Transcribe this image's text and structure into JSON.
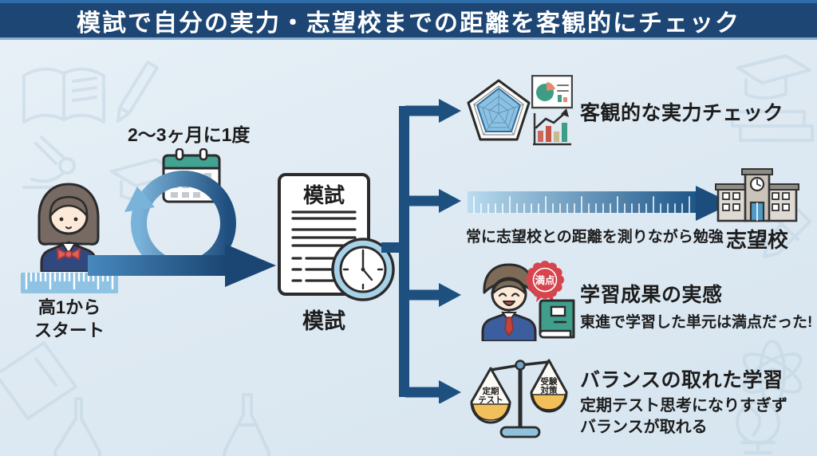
{
  "header": {
    "title": "模試で自分の実力・志望校までの距離を客観的にチェック"
  },
  "flow": {
    "student_start": {
      "line1": "高1から",
      "line2": "スタート"
    },
    "cycle_frequency": "2〜3ヶ月に1度",
    "exam_document": {
      "doc_title": "模試",
      "caption": "模試"
    }
  },
  "outcomes": {
    "ability_check": {
      "heading": "客観的な実力チェック"
    },
    "target_distance": {
      "caption": "常に志望校との距離を測りながら勉強",
      "school_label": "志望校"
    },
    "achievement": {
      "heading": "学習成果の実感",
      "caption": "東進で学習した単元は満点だった!",
      "badge_label": "満点"
    },
    "balanced_study": {
      "heading": "バランスの取れた学習",
      "caption_line1": "定期テスト思考になりすぎず",
      "caption_line2": "バランスが取れる",
      "scale_left": {
        "line1": "定期",
        "line2": "テスト"
      },
      "scale_right": {
        "line1": "受験",
        "line2": "対策"
      }
    }
  },
  "colors": {
    "header_bg": "#1d4674",
    "background": "#dfeaf3",
    "arrow_dark_blue": "#1d507f",
    "arrow_light_blue": "#6fa8d6",
    "ruler_blue": "#8fc3e4",
    "clock_ring": "#a8d2e8",
    "calendar_teal": "#41a392",
    "badge_red": "#d6454e",
    "book_teal": "#3f9f8b",
    "pan_yellow": "#f2c05a",
    "base_blue": "#8fc1dc",
    "pie_green": "#3d9e85",
    "pie_salmon": "#e58a70",
    "radar_fill": "#85bfe3",
    "text_dark": "#1d1d1d"
  }
}
